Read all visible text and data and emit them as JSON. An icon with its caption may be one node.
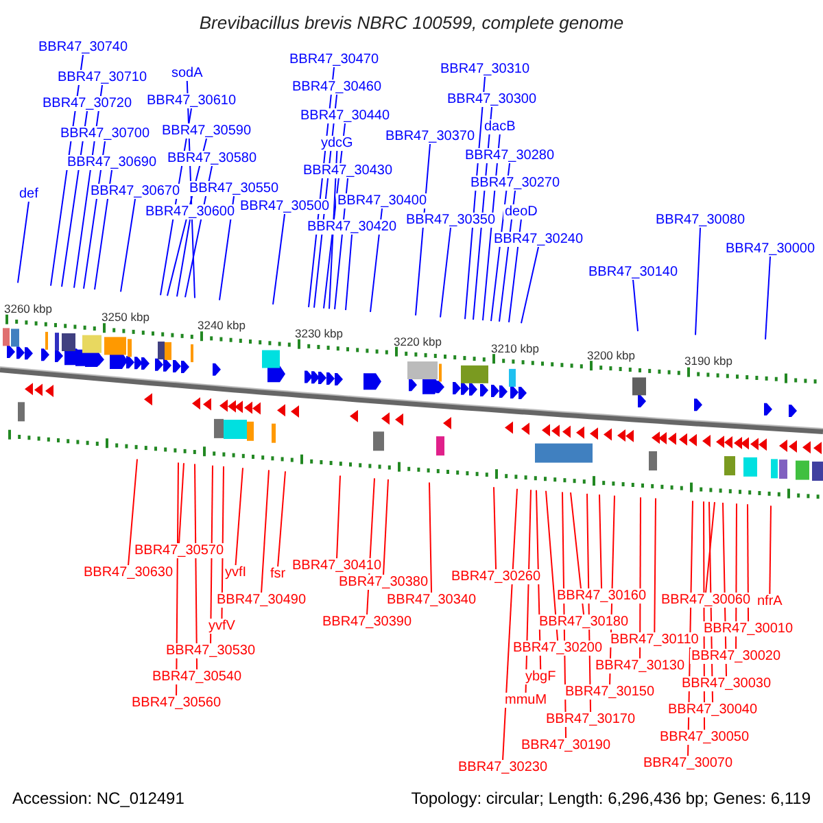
{
  "diagram": {
    "title": "Brevibacillus brevis NBRC 100599, complete genome",
    "nodes": [
      {
        "text": [
          "def"
        ]
      },
      {
        "text": [
          "BBR47_30740"
        ]
      },
      {
        "text": [
          "BBR47_30710"
        ]
      },
      {
        "text": [
          "BBR47_30720"
        ]
      },
      {
        "text": [
          "BBR47_30700"
        ]
      },
      {
        "text": [
          "BBR47_30690"
        ]
      },
      {
        "text": [
          "BBR47_30670"
        ]
      },
      {
        "text": [
          "sodA"
        ]
      },
      {
        "text": [
          "BBR47_30610"
        ]
      },
      {
        "text": [
          "BBR47_30590"
        ]
      },
      {
        "text": [
          "BBR47_30580"
        ]
      },
      {
        "text": [
          "BBR47_30550"
        ]
      },
      {
        "text": [
          "BBR47_30600"
        ]
      },
      {
        "text": [
          "BBR47_30500"
        ]
      },
      {
        "text": [
          "BBR47_30470"
        ]
      },
      {
        "text": [
          "BBR47_30460"
        ]
      },
      {
        "text": [
          "BBR47_30440"
        ]
      },
      {
        "text": [
          "ydcG"
        ]
      },
      {
        "text": [
          "BBR47_30430"
        ]
      },
      {
        "text": [
          "BBR47_30400"
        ]
      },
      {
        "text": [
          "BBR47_30420"
        ]
      },
      {
        "text": [
          "BBR47_30370"
        ]
      },
      {
        "text": [
          "BBR47_30350"
        ]
      },
      {
        "text": [
          "BBR47_30310"
        ]
      },
      {
        "text": [
          "BBR47_30300"
        ]
      },
      {
        "text": [
          "dacB"
        ]
      },
      {
        "text": [
          "BBR47_30280"
        ]
      },
      {
        "text": [
          "BBR47_30270"
        ]
      },
      {
        "text": [
          "deoD"
        ]
      },
      {
        "text": [
          "BBR47_30240"
        ]
      },
      {
        "text": [
          "BBR47_30140"
        ]
      },
      {
        "text": [
          "BBR47_30080"
        ]
      },
      {
        "text": [
          "BBR47_30000"
        ]
      },
      {
        "text": [
          "BBR47_30630"
        ]
      },
      {
        "text": [
          "BBR47_30570"
        ]
      },
      {
        "text": [
          "yvfI"
        ]
      },
      {
        "text": [
          "fsr"
        ]
      },
      {
        "text": [
          "BBR47_30490"
        ]
      },
      {
        "text": [
          "yvfV"
        ]
      },
      {
        "text": [
          "BBR47_30530"
        ]
      },
      {
        "text": [
          "BBR47_30540"
        ]
      },
      {
        "text": [
          "BBR47_30560"
        ]
      },
      {
        "text": [
          "BBR47_30410"
        ]
      },
      {
        "text": [
          "BBR47_30380"
        ]
      },
      {
        "text": [
          "BBR47_30390"
        ]
      },
      {
        "text": [
          "BBR47_30340"
        ]
      },
      {
        "text": [
          "BBR47_30260"
        ]
      },
      {
        "text": [
          "BBR47_30160"
        ]
      },
      {
        "text": [
          "BBR47_30180"
        ]
      },
      {
        "text": [
          "BBR47_30200"
        ]
      },
      {
        "text": [
          "ybgF"
        ]
      },
      {
        "text": [
          "mmuM"
        ]
      },
      {
        "text": [
          "BBR47_30230"
        ]
      },
      {
        "text": [
          "BBR47_30110"
        ]
      },
      {
        "text": [
          "BBR47_30130"
        ]
      },
      {
        "text": [
          "BBR47_30150"
        ]
      },
      {
        "text": [
          "BBR47_30170"
        ]
      },
      {
        "text": [
          "BBR47_30190"
        ]
      },
      {
        "text": [
          "BBR47_30060"
        ]
      },
      {
        "text": [
          "nfrA"
        ]
      },
      {
        "text": [
          "BBR47_30010"
        ]
      },
      {
        "text": [
          "BBR47_30020"
        ]
      },
      {
        "text": [
          "BBR47_30030"
        ]
      },
      {
        "text": [
          "BBR47_30040"
        ]
      },
      {
        "text": [
          "BBR47_30050"
        ]
      },
      {
        "text": [
          "BBR47_30070"
        ]
      }
    ],
    "edges": [
      {
        "from": 0,
        "to": null,
        "arrow": "none"
      },
      {
        "from": 1,
        "to": null,
        "arrow": "none"
      },
      {
        "from": 2,
        "to": null,
        "arrow": "none"
      },
      {
        "from": 3,
        "to": null,
        "arrow": "none"
      },
      {
        "from": 4,
        "to": null,
        "arrow": "none"
      },
      {
        "from": 5,
        "to": null,
        "arrow": "none"
      },
      {
        "from": 6,
        "to": null,
        "arrow": "none"
      },
      {
        "from": 7,
        "to": null,
        "arrow": "none"
      },
      {
        "from": 8,
        "to": null,
        "arrow": "none"
      },
      {
        "from": 9,
        "to": null,
        "arrow": "none"
      },
      {
        "from": 10,
        "to": null,
        "arrow": "none"
      },
      {
        "from": 11,
        "to": null,
        "arrow": "none"
      },
      {
        "from": 12,
        "to": null,
        "arrow": "none"
      },
      {
        "from": 13,
        "to": null,
        "arrow": "none"
      },
      {
        "from": 14,
        "to": null,
        "arrow": "none"
      },
      {
        "from": 15,
        "to": null,
        "arrow": "none"
      },
      {
        "from": 16,
        "to": null,
        "arrow": "none"
      },
      {
        "from": 17,
        "to": null,
        "arrow": "none"
      },
      {
        "from": 18,
        "to": null,
        "arrow": "none"
      },
      {
        "from": 19,
        "to": null,
        "arrow": "none"
      },
      {
        "from": 20,
        "to": null,
        "arrow": "none"
      },
      {
        "from": 21,
        "to": null,
        "arrow": "none"
      },
      {
        "from": 22,
        "to": null,
        "arrow": "none"
      },
      {
        "from": 23,
        "to": null,
        "arrow": "none"
      },
      {
        "from": 24,
        "to": null,
        "arrow": "none"
      },
      {
        "from": 25,
        "to": null,
        "arrow": "none"
      },
      {
        "from": 26,
        "to": null,
        "arrow": "none"
      },
      {
        "from": 27,
        "to": null,
        "arrow": "none"
      },
      {
        "from": 28,
        "to": null,
        "arrow": "none"
      },
      {
        "from": 29,
        "to": null,
        "arrow": "none"
      },
      {
        "from": 30,
        "to": null,
        "arrow": "none"
      },
      {
        "from": 31,
        "to": null,
        "arrow": "none"
      },
      {
        "from": 32,
        "to": null,
        "arrow": "none"
      },
      {
        "from": 33,
        "to": null,
        "arrow": "none",
        "color": "#ff0000"
      },
      {
        "from": 34,
        "to": null,
        "arrow": "none",
        "color": "#ff0000"
      },
      {
        "from": 35,
        "to": null,
        "arrow": "none",
        "color": "#ff0000"
      },
      {
        "from": 36,
        "to": null,
        "arrow": "none",
        "color": "#ff0000"
      },
      {
        "from": 37,
        "to": null,
        "arrow": "none",
        "color": "#ff0000"
      },
      {
        "from": 38,
        "to": null,
        "arrow": "none",
        "color": "#ff0000"
      },
      {
        "from": 39,
        "to": null,
        "arrow": "none",
        "color": "#ff0000"
      },
      {
        "from": 40,
        "to": null,
        "arrow": "none",
        "color": "#ff0000"
      },
      {
        "from": 41,
        "to": null,
        "arrow": "none",
        "color": "#ff0000"
      },
      {
        "from": 42,
        "to": null,
        "arrow": "none",
        "color": "#ff0000"
      },
      {
        "from": 43,
        "to": null,
        "arrow": "none",
        "color": "#ff0000"
      },
      {
        "from": 44,
        "to": null,
        "arrow": "none",
        "color": "#ff0000"
      },
      {
        "from": 45,
        "to": null,
        "arrow": "none",
        "color": "#ff0000"
      },
      {
        "from": 46,
        "to": null,
        "arrow": "none",
        "color": "#ff0000"
      },
      {
        "from": 47,
        "to": null,
        "arrow": "none",
        "color": "#ff0000"
      },
      {
        "from": 48,
        "to": null,
        "arrow": "none",
        "color": "#ff0000"
      },
      {
        "from": 49,
        "to": null,
        "arrow": "none",
        "color": "#ff0000"
      },
      {
        "from": 50,
        "to": null,
        "arrow": "none",
        "color": "#ff0000"
      },
      {
        "from": 51,
        "to": null,
        "arrow": "none",
        "color": "#ff0000"
      },
      {
        "from": 52,
        "to": null,
        "arrow": "none",
        "color": "#ff0000"
      },
      {
        "from": 53,
        "to": null,
        "arrow": "none",
        "color": "#ff0000"
      },
      {
        "from": 54,
        "to": null,
        "arrow": "none",
        "color": "#ff0000"
      },
      {
        "from": 55,
        "to": null,
        "arrow": "none",
        "color": "#ff0000"
      },
      {
        "from": 56,
        "to": null,
        "arrow": "none",
        "color": "#ff0000"
      },
      {
        "from": 57,
        "to": null,
        "arrow": "none",
        "color": "#ff0000"
      },
      {
        "from": 58,
        "to": null,
        "arrow": "none",
        "color": "#ff0000"
      },
      {
        "from": 59,
        "to": null,
        "arrow": "none",
        "color": "#ff0000"
      },
      {
        "from": 60,
        "to": null,
        "arrow": "none",
        "color": "#ff0000"
      },
      {
        "from": 61,
        "to": null,
        "arrow": "none",
        "color": "#ff0000"
      },
      {
        "from": 62,
        "to": null,
        "arrow": "none",
        "color": "#ff0000"
      },
      {
        "from": 63,
        "to": null,
        "arrow": "none",
        "color": "#ff0000"
      },
      {
        "from": 64,
        "to": null,
        "arrow": "none",
        "color": "#ff0000"
      },
      {
        "from": 65,
        "to": null,
        "arrow": "none",
        "color": "#ff0000"
      }
    ],
    "labels": [
      "3260 kbp",
      "3250 kbp",
      "3240 kbp",
      "3230 kbp",
      "3220 kbp",
      "3210 kbp",
      "3200 kbp",
      "3190 kbp",
      "Accession: NC_012491",
      "Topology: circular; Length: 6,296,436 bp; Genes: 6,119"
    ]
  }
}
